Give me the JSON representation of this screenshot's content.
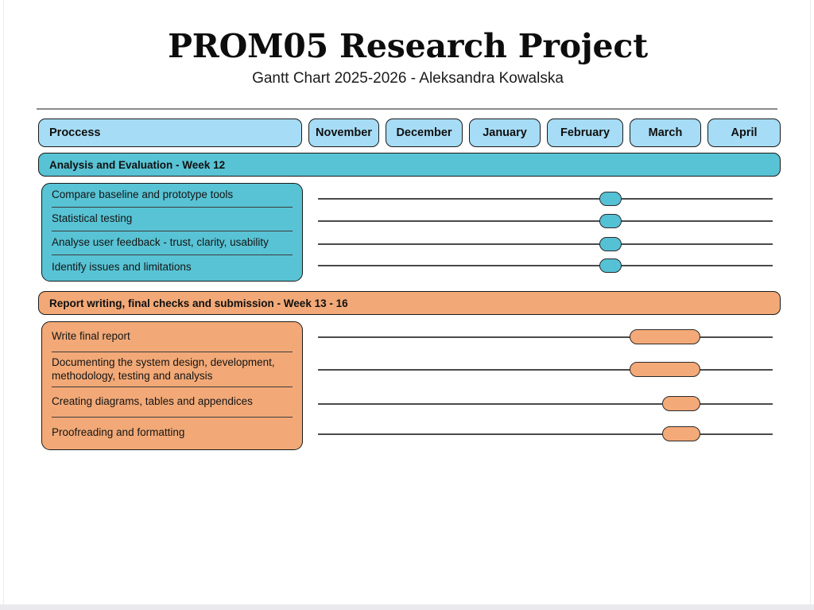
{
  "document": {
    "title": "PROM05 Research Project",
    "subtitle": "Gantt Chart 2025-2026 - Aleksandra Kowalska"
  },
  "colors": {
    "month_pill": "#a6dcf5",
    "phase_one": "#58c3d4",
    "phase_two": "#f2a977",
    "border": "#1a1a1a",
    "track": "#4a4a4a"
  },
  "header": {
    "process_label": "Proccess",
    "months": [
      {
        "label": "November"
      },
      {
        "label": "December"
      },
      {
        "label": "January"
      },
      {
        "label": "February"
      },
      {
        "label": "March"
      },
      {
        "label": "April"
      }
    ]
  },
  "chart_data": {
    "type": "bar",
    "title": "PROM05 Research Project",
    "subtitle": "Gantt Chart 2025-2026 - Aleksandra Kowalska",
    "xlabel": "",
    "ylabel": "",
    "categories": [
      "November",
      "December",
      "January",
      "February",
      "March",
      "April"
    ],
    "legend": [],
    "grid": false,
    "sections": [
      {
        "label": "Analysis and Evaluation - Week 12",
        "color": "#58c3d4",
        "tasks": [
          {
            "label": "Compare baseline and prototype tools",
            "start_pct": 64.3,
            "width_pct": 4.9
          },
          {
            "label": "Statistical testing",
            "start_pct": 64.3,
            "width_pct": 4.9
          },
          {
            "label": "Analyse user feedback - trust, clarity, usability",
            "start_pct": 64.3,
            "width_pct": 4.9
          },
          {
            "label": "Identify issues and limitations",
            "start_pct": 64.3,
            "width_pct": 4.9
          }
        ]
      },
      {
        "label": "Report writing, final checks and submission - Week 13 - 16",
        "color": "#f2a977",
        "tasks": [
          {
            "label": "Write final report",
            "start_pct": 68.5,
            "width_pct": 15.6
          },
          {
            "label": "Documenting the system design, development, methodology, testing and analysis",
            "start_pct": 68.5,
            "width_pct": 15.6
          },
          {
            "label": "Creating diagrams, tables and appendices",
            "start_pct": 75.7,
            "width_pct": 8.4
          },
          {
            "label": "Proofreading and formatting",
            "start_pct": 75.7,
            "width_pct": 8.4
          }
        ]
      }
    ]
  }
}
